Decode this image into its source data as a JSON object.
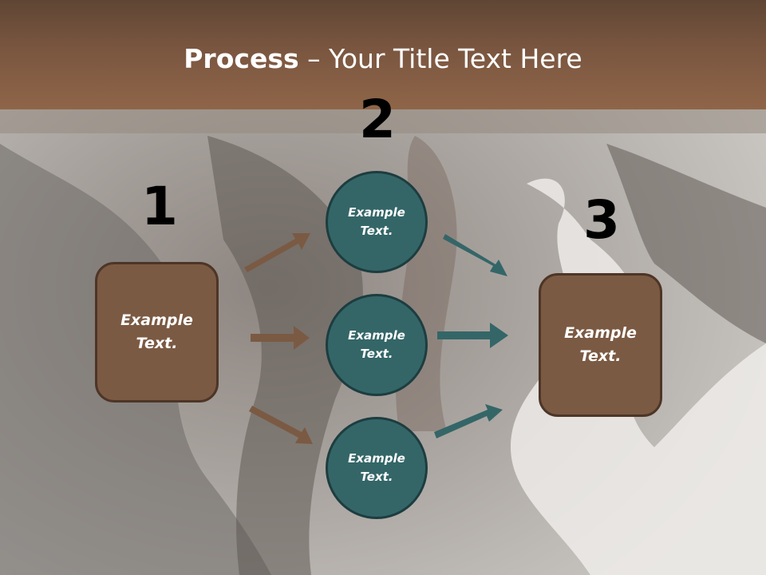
{
  "slide": {
    "title_bold": "Process",
    "title_rest": " – Your Title Text Here"
  },
  "steps": [
    {
      "number": "1",
      "box_text_line1": "Example",
      "box_text_line2": "Text."
    },
    {
      "number": "2"
    },
    {
      "number": "3",
      "box_text_line1": "Example",
      "box_text_line2": "Text."
    }
  ],
  "circles": [
    {
      "line1": "Example",
      "line2": "Text."
    },
    {
      "line1": "Example",
      "line2": "Text."
    },
    {
      "line1": "Example",
      "line2": "Text."
    }
  ],
  "colors": {
    "header": "#7a5640",
    "box_fill": "#7b5a43",
    "circle_fill": "#346668",
    "brown_arrow": "#7b5a43",
    "teal_arrow": "#346668"
  }
}
